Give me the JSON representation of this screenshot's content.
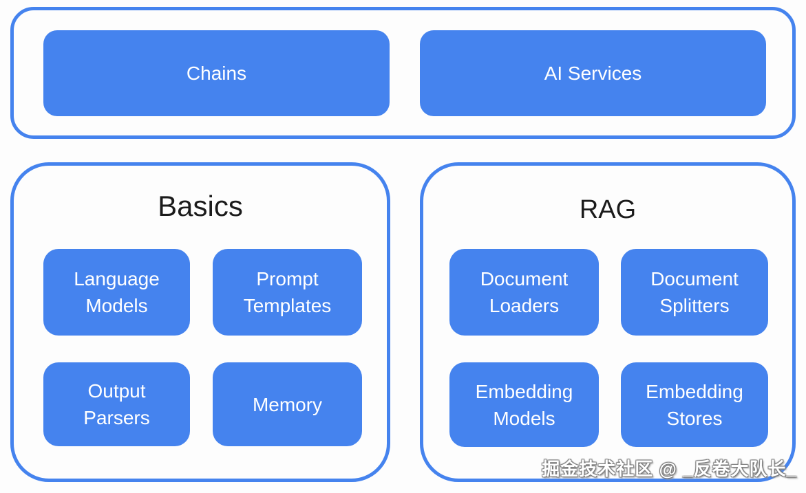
{
  "colors": {
    "blue": "#4583ee",
    "panel_border": "#4583ee",
    "title": "#1b1b1b",
    "button_text": "#ffffff",
    "background": "#fdfdfd"
  },
  "top_panel": {
    "nodes": [
      {
        "label": "Chains"
      },
      {
        "label": "AI Services"
      }
    ]
  },
  "panels": [
    {
      "title": "Basics",
      "nodes": [
        {
          "label": "Language Models"
        },
        {
          "label": "Prompt Templates"
        },
        {
          "label": "Output Parsers"
        },
        {
          "label": "Memory"
        }
      ]
    },
    {
      "title": "RAG",
      "nodes": [
        {
          "label": "Document Loaders"
        },
        {
          "label": "Document Splitters"
        },
        {
          "label": "Embedding Models"
        },
        {
          "label": "Embedding Stores"
        }
      ]
    }
  ],
  "watermark": "掘金技术社区 @ _反卷大队长_"
}
